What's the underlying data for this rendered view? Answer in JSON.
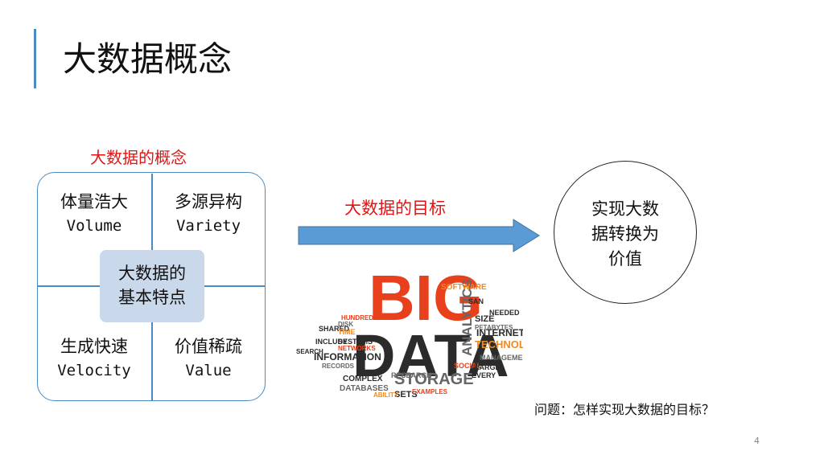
{
  "slide": {
    "title": "大数据概念",
    "page_number": "4"
  },
  "concept": {
    "heading": "大数据的概念",
    "center_line1": "大数据的",
    "center_line2": "基本特点",
    "quadrants": [
      {
        "cn": "体量浩大",
        "en": "Volume"
      },
      {
        "cn": "多源异构",
        "en": "Variety"
      },
      {
        "cn": "生成快速",
        "en": "Velocity"
      },
      {
        "cn": "价值稀疏",
        "en": "Value"
      }
    ]
  },
  "goal": {
    "heading": "大数据的目标",
    "circle_line1": "实现大数",
    "circle_line2": "据转换为",
    "circle_line3": "价值"
  },
  "question": "问题：怎样实现大数据的目标？",
  "wordcloud": {
    "big": "BIG",
    "data": "DATA",
    "analytics": "ANALYTICS",
    "storage": "STORAGE",
    "technologies": "TECHNOLOGIES",
    "internet": "INTERNET",
    "information": "INFORMATION",
    "complex": "COMPLEX",
    "databases": "DATABASES",
    "software": "SOFTWARE",
    "size": "SIZE",
    "needed": "NEEDED",
    "petabytes": "PETABYTES",
    "management": "MANAGEMENT",
    "sets": "SETS",
    "research": "RESEARCH",
    "social": "SOCIAL",
    "large": "LARGE",
    "every": "EVERY",
    "shared": "SHARED",
    "time": "TIME",
    "include": "INCLUDE",
    "systems": "SYSTEMS",
    "search": "SEARCH",
    "records": "RECORDS",
    "networks": "NETWORKS",
    "hundreds": "HUNDREDS",
    "examples": "EXAMPLES",
    "ability": "ABILITY",
    "disk": "DISK",
    "san": "SAN",
    "colors": {
      "red": "#e8401c",
      "orange": "#f08a1e",
      "dark": "#2b2b2b",
      "gray": "#666666"
    }
  },
  "colors": {
    "accent": "#4a8bc2",
    "red": "#e31414",
    "arrow": "#5b9bd5",
    "center_fill": "#c9d8ea"
  }
}
